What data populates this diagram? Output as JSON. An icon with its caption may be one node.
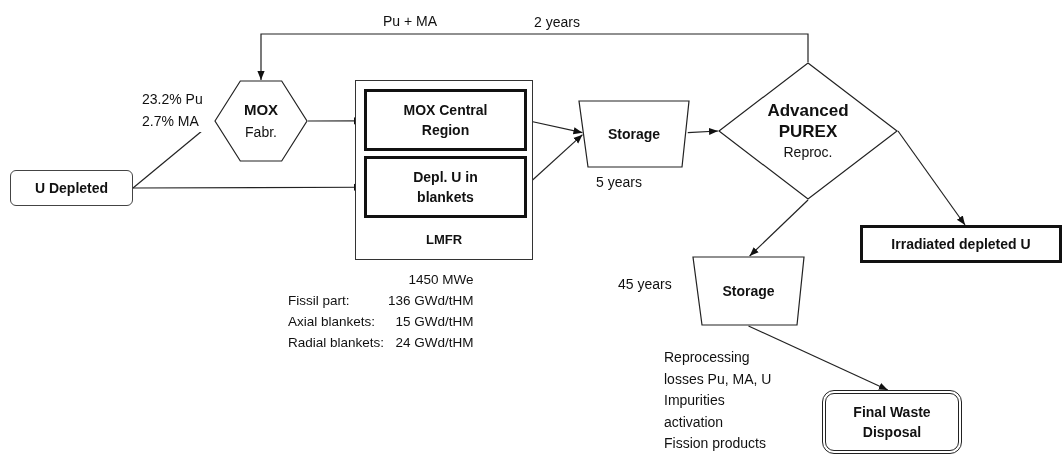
{
  "diagram": {
    "nodes": [
      {
        "text": [
          "U Depleted"
        ]
      },
      {
        "text": [
          "MOX",
          "Fabr."
        ]
      },
      {
        "text": [
          "LMFR"
        ]
      },
      {
        "text": [
          "MOX Central Region"
        ],
        "in": 2
      },
      {
        "text": [
          "Depl. U in blankets"
        ],
        "in": 2
      },
      {
        "text": [
          "Storage"
        ],
        "beside": [
          "5 years"
        ]
      },
      {
        "text": [
          "Advanced PUREX",
          "Reproc."
        ]
      },
      {
        "text": [
          "Irradiated depleted U"
        ]
      },
      {
        "text": [
          "Storage"
        ],
        "beside": [
          "45 years"
        ]
      },
      {
        "text": [
          "Final Waste Disposal"
        ]
      }
    ],
    "edges": [
      {
        "from": 0,
        "to": 1,
        "arrow": "to",
        "label": "23.2% Pu 2.7% MA"
      },
      {
        "from": 0,
        "to": 4,
        "arrow": "to"
      },
      {
        "from": 1,
        "to": 3,
        "arrow": "to"
      },
      {
        "from": 3,
        "to": 5,
        "arrow": "to"
      },
      {
        "from": 4,
        "to": 5,
        "arrow": "to"
      },
      {
        "from": 5,
        "to": 6,
        "arrow": "to"
      },
      {
        "from": 6,
        "to": 1,
        "arrow": "to",
        "label": "Pu + MA"
      },
      {
        "from": 6,
        "to": 7,
        "arrow": "to"
      },
      {
        "from": 6,
        "to": 8,
        "arrow": "to"
      },
      {
        "from": 8,
        "to": 9,
        "arrow": "to"
      }
    ],
    "labels": [
      "2 years",
      "1450 MWe",
      "Fissil part:",
      "136 GWd/tHM",
      "Axial blankets:",
      "15 GWd/tHM",
      "Radial blankets:",
      "24 GWd/tHM",
      "Reprocessing losses Pu, MA, U",
      "Impurities activation",
      "Fission products"
    ]
  }
}
